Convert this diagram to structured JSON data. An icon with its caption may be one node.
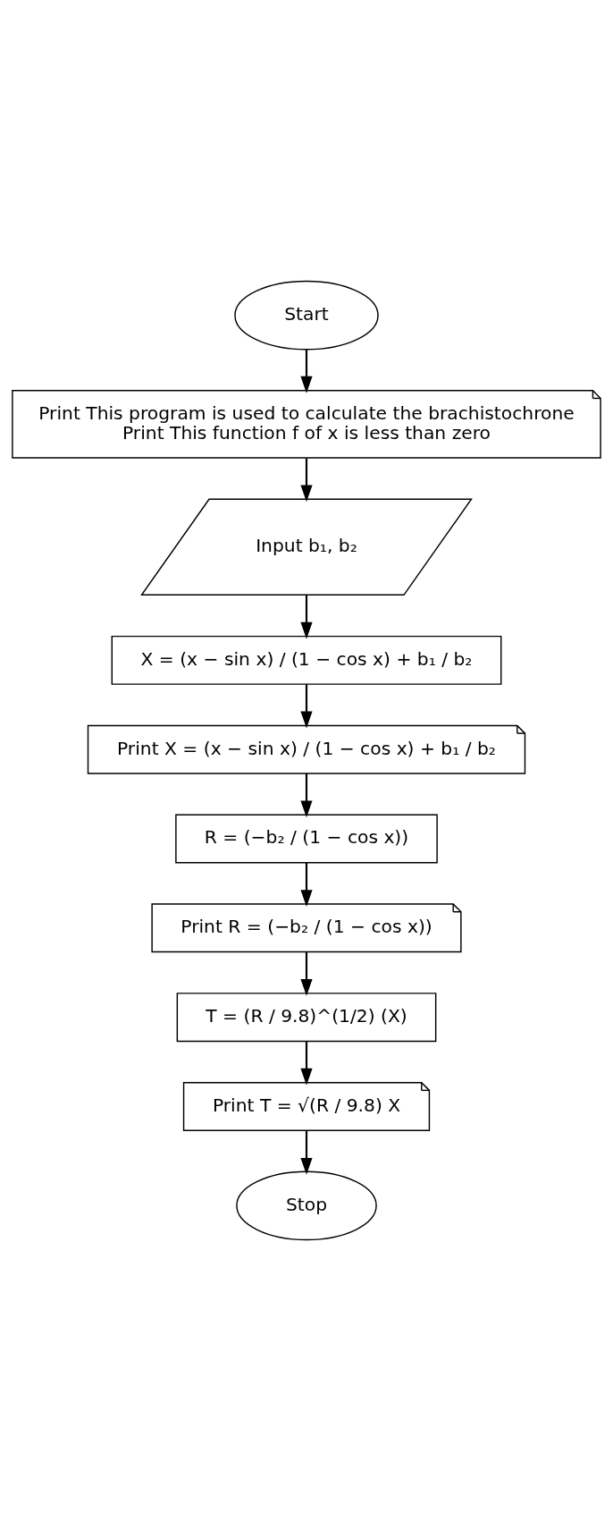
{
  "diagram": {
    "nodes": [
      {
        "text": [
          "Start"
        ]
      },
      {
        "text": [
          "Print This program is used to calculate the brachistochrone",
          "Print This function f of x is less than zero"
        ]
      },
      {
        "text": [
          "Input b₁, b₂"
        ]
      },
      {
        "text": [
          "X = (x − sin x) / (1 − cos x) + b₁ / b₂"
        ]
      },
      {
        "text": [
          "Print X = (x − sin x) / (1 − cos x) + b₁ / b₂"
        ]
      },
      {
        "text": [
          "R = (−b₂ / (1 − cos x))"
        ]
      },
      {
        "text": [
          "Print R = (−b₂ / (1 − cos x))"
        ]
      },
      {
        "text": [
          "T = (R / 9.8)^(1/2) (X)"
        ]
      },
      {
        "text": [
          "Print T = √(R / 9.8) X"
        ]
      },
      {
        "text": [
          "Stop"
        ]
      }
    ],
    "edges": [
      {
        "from": 0,
        "to": 1,
        "arrow": "to"
      },
      {
        "from": 1,
        "to": 2,
        "arrow": "to"
      },
      {
        "from": 2,
        "to": 3,
        "arrow": "to"
      },
      {
        "from": 3,
        "to": 4,
        "arrow": "to"
      },
      {
        "from": 4,
        "to": 5,
        "arrow": "to"
      },
      {
        "from": 5,
        "to": 6,
        "arrow": "to"
      },
      {
        "from": 6,
        "to": 7,
        "arrow": "to"
      },
      {
        "from": 7,
        "to": 8,
        "arrow": "to"
      },
      {
        "from": 8,
        "to": 9,
        "arrow": "to"
      }
    ]
  }
}
